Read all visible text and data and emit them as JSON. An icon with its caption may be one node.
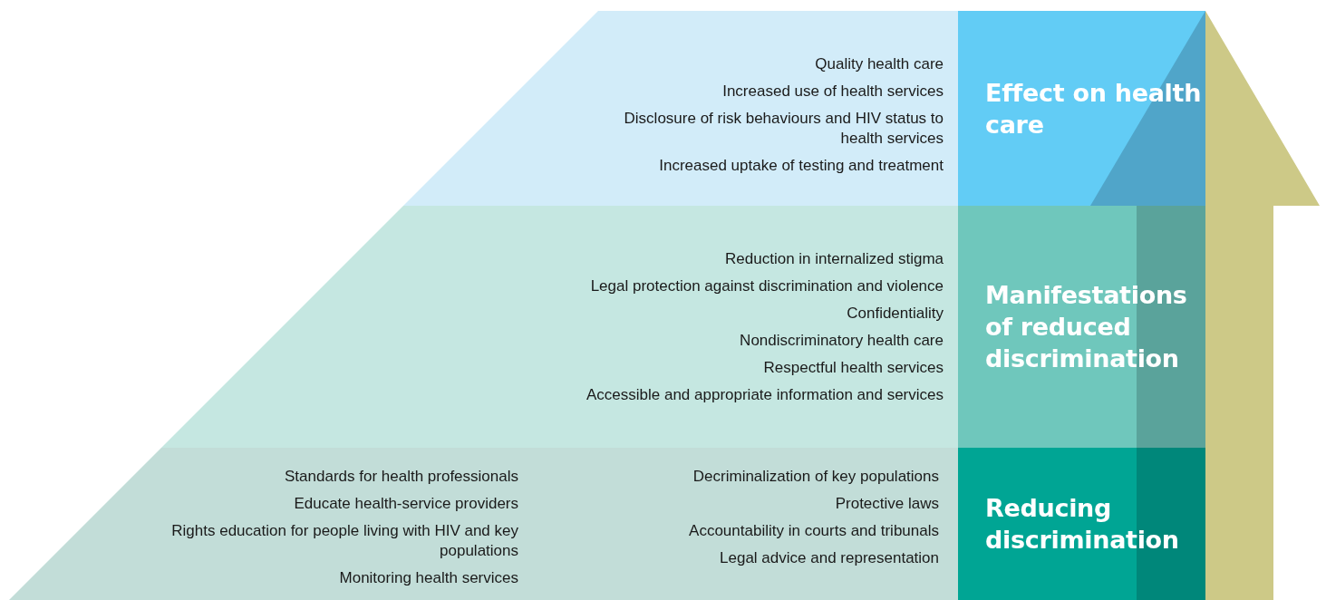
{
  "diagram": {
    "nodes": [
      {
        "text": [
          "Quality health care",
          "Increased use of health services",
          "Disclosure of risk behaviours and HIV status to health services",
          "Increased uptake of testing and treatment"
        ]
      },
      {
        "text": [
          "Effect on health care"
        ]
      },
      {
        "text": [
          "Reduction in internalized stigma",
          "Legal protection against discrimination and violence",
          "Confidentiality",
          "Nondiscriminatory health care",
          "Respectful health services",
          "Accessible and appropriate information and services"
        ]
      },
      {
        "text": [
          "Manifestations of reduced discrimination"
        ]
      },
      {
        "text": [
          "Standards for health professionals",
          "Educate health-service providers",
          "Rights education for people living with HIV and key populations",
          "Monitoring health services",
          "Decriminalization of key populations",
          "Protective laws",
          "Accountability in courts and tribunals",
          "Legal advice and representation"
        ]
      },
      {
        "text": [
          "Reducing discrimination"
        ]
      }
    ]
  }
}
